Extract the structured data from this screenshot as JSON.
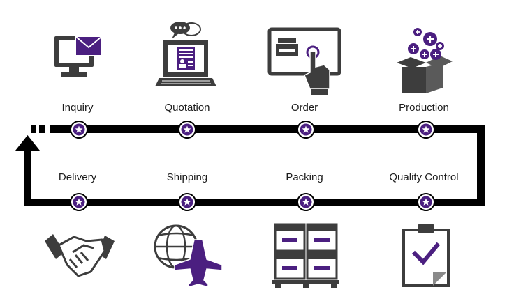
{
  "colors": {
    "purple": "#4b1f80",
    "dark": "#3d3d3d",
    "track": "#000000",
    "grey": "#5a5a5a"
  },
  "top_steps": [
    {
      "label": "Inquiry",
      "icon": "computer-mail-icon"
    },
    {
      "label": "Quotation",
      "icon": "laptop-chat-icon"
    },
    {
      "label": "Order",
      "icon": "touchscreen-order-icon"
    },
    {
      "label": "Production",
      "icon": "box-production-icon"
    }
  ],
  "bottom_steps": [
    {
      "label": "Delivery",
      "icon": "handshake-icon"
    },
    {
      "label": "Shipping",
      "icon": "globe-plane-icon"
    },
    {
      "label": "Packing",
      "icon": "pallet-boxes-icon"
    },
    {
      "label": "Quality Control",
      "icon": "clipboard-check-icon"
    }
  ],
  "node_icon": "star-circle-icon",
  "arrow_icon": "up-arrow-icon"
}
